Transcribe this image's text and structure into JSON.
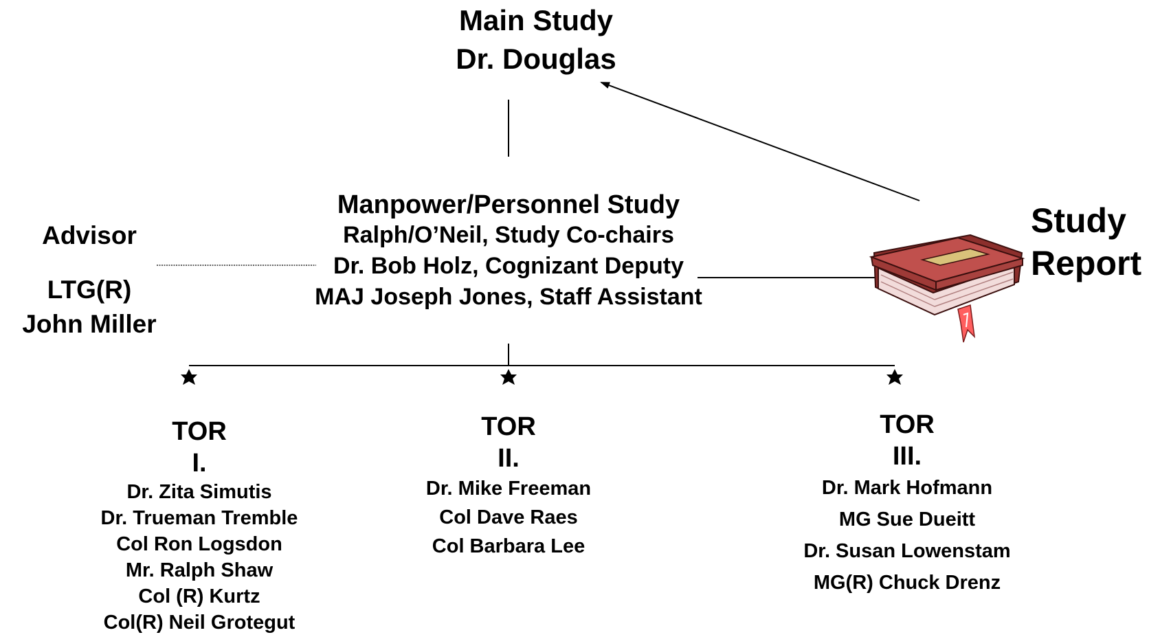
{
  "main_study": {
    "title": "Main Study",
    "lead": "Dr. Douglas"
  },
  "manpower_study": {
    "title": "Manpower/Personnel Study",
    "members": [
      "Ralph/O’Neil, Study Co-chairs",
      "Dr. Bob Holz, Cognizant Deputy",
      "MAJ Joseph Jones, Staff Assistant"
    ]
  },
  "advisor": {
    "label": "Advisor",
    "rank": "LTG(R)",
    "name": "John Miller"
  },
  "study_report": {
    "line1": "Study",
    "line2": "Report",
    "icon": "book-icon"
  },
  "tors": [
    {
      "label": "TOR",
      "numeral": "I.",
      "members": [
        "Dr. Zita Simutis",
        "Dr. Trueman Tremble",
        "Col Ron Logsdon",
        "Mr. Ralph Shaw",
        "Col (R) Kurtz",
        "Col(R) Neil Grotegut"
      ]
    },
    {
      "label": "TOR",
      "numeral": "II.",
      "members": [
        "Dr. Mike Freeman",
        "Col Dave Raes",
        "Col Barbara Lee"
      ]
    },
    {
      "label": "TOR",
      "numeral": "III.",
      "members": [
        "Dr. Mark Hofmann",
        "MG Sue Dueitt",
        "Dr. Susan Lowenstam",
        "MG(R) Chuck Drenz"
      ]
    }
  ],
  "colors": {
    "line": "#000000",
    "book_cover": "#c0504d",
    "book_pages": "#f2dcdb",
    "book_label": "#d9c27a",
    "bookmark": "#ff5f5f"
  }
}
